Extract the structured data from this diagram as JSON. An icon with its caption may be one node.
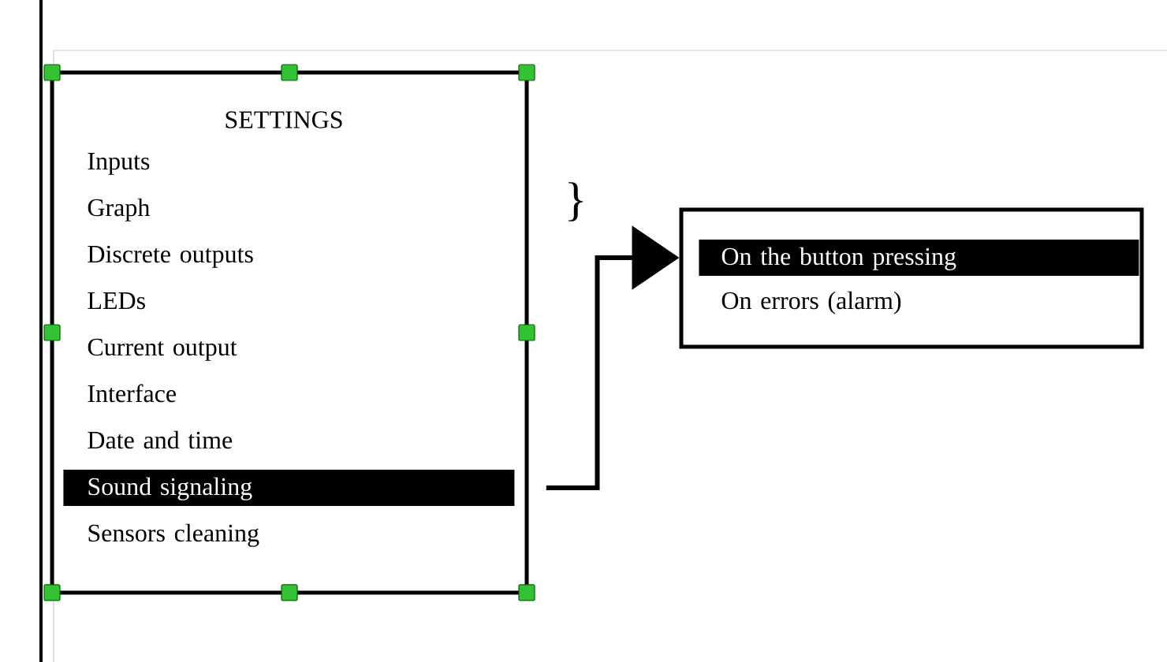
{
  "diagram": {
    "nodes": [
      {
        "text": [
          "SETTINGS"
        ]
      },
      {
        "text": [
          "Inputs"
        ],
        "in": 0
      },
      {
        "text": [
          "Graph"
        ],
        "in": 0
      },
      {
        "text": [
          "Discrete outputs"
        ],
        "in": 0
      },
      {
        "text": [
          "LEDs"
        ],
        "in": 0
      },
      {
        "text": [
          "Current output"
        ],
        "in": 0
      },
      {
        "text": [
          "Interface"
        ],
        "in": 0
      },
      {
        "text": [
          "Date and time"
        ],
        "in": 0
      },
      {
        "text": [
          "Sound signaling"
        ],
        "in": 0
      },
      {
        "text": [
          "Sensors cleaning"
        ],
        "in": 0
      },
      {
        "text": [],
        "shape": "box"
      },
      {
        "text": [
          "On the button pressing"
        ],
        "in": 10
      },
      {
        "text": [
          "On errors (alarm)"
        ],
        "in": 10
      }
    ],
    "edges": [
      {
        "from": 8,
        "to": 10,
        "arrow": "to"
      }
    ],
    "labels": [
      "}"
    ]
  }
}
